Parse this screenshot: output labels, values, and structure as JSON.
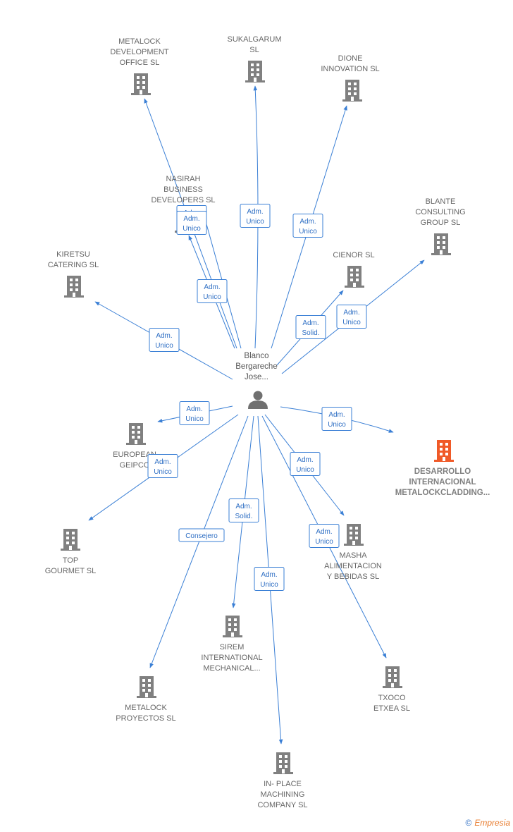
{
  "colors": {
    "edge": "#3a7fd5",
    "company": "#808080",
    "highlight": "#f05a28",
    "person": "#707070"
  },
  "center": {
    "label_lines": [
      "Blanco",
      "Bergareche",
      "Jose..."
    ],
    "icon": "person-icon"
  },
  "nodes": [
    {
      "id": "metalock-development",
      "lines": [
        "METALOCK",
        "DEVELOPMENT",
        "OFFICE SL"
      ],
      "icon": "building-icon"
    },
    {
      "id": "sukalgarum",
      "lines": [
        "SUKALGARUM",
        "SL"
      ],
      "icon": "building-icon"
    },
    {
      "id": "dione",
      "lines": [
        "DIONE",
        "INNOVATION SL"
      ],
      "icon": "building-icon"
    },
    {
      "id": "nasirah",
      "lines": [
        "NASIRAH",
        "BUSINESS",
        "DEVELOPERS SL"
      ],
      "icon": "building-icon"
    },
    {
      "id": "blante",
      "lines": [
        "BLANTE",
        "CONSULTING",
        "GROUP  SL"
      ],
      "icon": "building-icon"
    },
    {
      "id": "kiretsu",
      "lines": [
        "KIRETSU",
        "CATERING SL"
      ],
      "icon": "building-icon"
    },
    {
      "id": "cienor",
      "lines": [
        "CIENOR SL"
      ],
      "icon": "building-icon"
    },
    {
      "id": "european",
      "lines": [
        "EUROPEAN",
        "GEIPCO"
      ],
      "icon": "building-icon"
    },
    {
      "id": "desarrollo",
      "lines": [
        "DESARROLLO",
        "INTERNACIONAL",
        "METALOCKCLADDING..."
      ],
      "icon": "building-icon",
      "highlight": true
    },
    {
      "id": "top-gourmet",
      "lines": [
        "TOP",
        "GOURMET  SL"
      ],
      "icon": "building-icon"
    },
    {
      "id": "masha",
      "lines": [
        "MASHA",
        "ALIMENTACION",
        "Y BEBIDAS  SL"
      ],
      "icon": "building-icon"
    },
    {
      "id": "sirem",
      "lines": [
        "SIREM",
        "INTERNATIONAL",
        "MECHANICAL..."
      ],
      "icon": "building-icon"
    },
    {
      "id": "txoco",
      "lines": [
        "TXOCO",
        "ETXEA  SL"
      ],
      "icon": "building-icon"
    },
    {
      "id": "metalock-proyectos",
      "lines": [
        "METALOCK",
        "PROYECTOS SL"
      ],
      "icon": "building-icon"
    },
    {
      "id": "in-place",
      "lines": [
        "IN- PLACE",
        "MACHINING",
        "COMPANY SL"
      ],
      "icon": "building-icon"
    }
  ],
  "edges": [
    {
      "target": "metalock-development",
      "label": [
        "Adm.",
        "Unico"
      ]
    },
    {
      "target": "nasirah",
      "label": [
        "Adm.",
        "Unico"
      ]
    },
    {
      "target": "nasirah",
      "label": [
        "Adm.",
        "Unico"
      ]
    },
    {
      "target": "sukalgarum",
      "label": [
        "Adm.",
        "Unico"
      ]
    },
    {
      "target": "dione",
      "label": [
        "Adm.",
        "Unico"
      ]
    },
    {
      "target": "kiretsu",
      "label": [
        "Adm.",
        "Unico"
      ]
    },
    {
      "target": "cienor",
      "label": [
        "Adm.",
        "Solid."
      ]
    },
    {
      "target": "blante",
      "label": [
        "Adm.",
        "Unico"
      ]
    },
    {
      "target": "european",
      "label": [
        "Adm.",
        "Unico"
      ]
    },
    {
      "target": "top-gourmet",
      "label": [
        "Adm.",
        "Unico"
      ]
    },
    {
      "target": "desarrollo",
      "label": [
        "Adm.",
        "Unico"
      ]
    },
    {
      "target": "masha",
      "label": [
        "Adm.",
        "Unico"
      ]
    },
    {
      "target": "metalock-proyectos",
      "label": [
        "Consejero"
      ]
    },
    {
      "target": "sirem",
      "label": [
        "Adm.",
        "Solid."
      ]
    },
    {
      "target": "in-place",
      "label": [
        "Adm.",
        "Unico"
      ]
    },
    {
      "target": "txoco",
      "label": [
        "Adm.",
        "Unico"
      ]
    }
  ],
  "footer": {
    "copyright": "©",
    "brand": "Empresia"
  }
}
